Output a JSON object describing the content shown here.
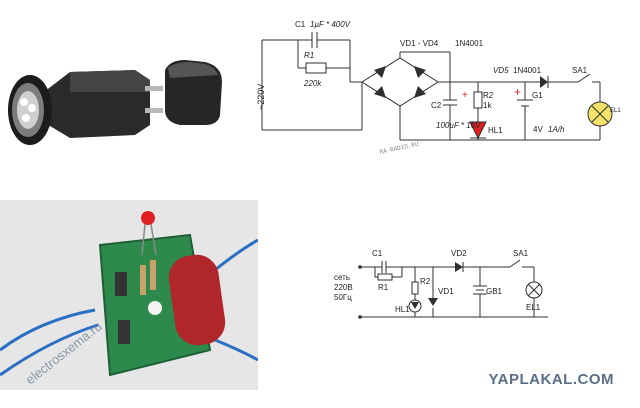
{
  "top_schematic": {
    "c1": "C1",
    "c1_value": "1µF * 400V",
    "bridge": "VD1 - VD4",
    "bridge_model": "1N4001",
    "r1": "R1",
    "r1_value": "220k",
    "mains": "~220V",
    "c2": "C2",
    "c2_value": "100µF * 16V",
    "r2": "R2",
    "r2_value": "1k",
    "hl1": "HL1",
    "vd5": "VD5",
    "vd5_model": "1N4001",
    "g1": "G1",
    "g1_voltage": "4V",
    "g1_capacity": "1A/h",
    "sa1": "SA1",
    "el1": "EL1",
    "watermark": "RA-RADIO.RU"
  },
  "bottom_schematic": {
    "c1": "C1",
    "r1": "R1",
    "r2": "R2",
    "vd2": "VD2",
    "vd1": "VD1",
    "hl1": "HL1",
    "gb1": "GB1",
    "sa1": "SA1",
    "el1": "EL1",
    "mains_line1": "сеть",
    "mains_line2": "220В",
    "mains_line3": "50Гц"
  },
  "pcb_photo": {
    "watermark": "electrosxema.ru"
  },
  "footer": {
    "site": "YAPLAKAL.COM"
  },
  "colors": {
    "wire": "#2f2f2f",
    "led": "#e02020",
    "pcb": "#2e8a4c",
    "capacitor": "#b0262b",
    "blue_wire": "#2a6fc4",
    "watermark": "#5a6f86"
  }
}
